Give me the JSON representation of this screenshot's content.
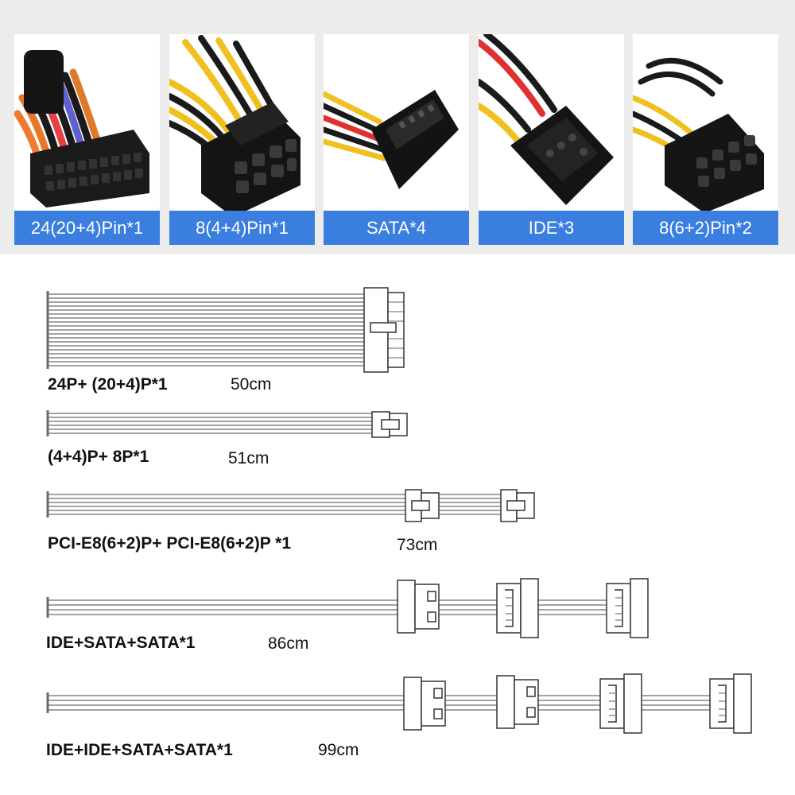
{
  "theme": {
    "accent": "#3a7ee0",
    "cable_line": "#6c6c6c",
    "connector_stroke": "#333333"
  },
  "connectors": [
    {
      "label": "24(20+4)Pin*1",
      "icon": "atx-24pin-connector-icon"
    },
    {
      "label": "8(4+4)Pin*1",
      "icon": "eps-8pin-connector-icon"
    },
    {
      "label": "SATA*4",
      "icon": "sata-connector-icon"
    },
    {
      "label": "IDE*3",
      "icon": "molex-ide-connector-icon"
    },
    {
      "label": "8(6+2)Pin*2",
      "icon": "pcie-8pin-connector-icon"
    }
  ],
  "cables": [
    {
      "name": "24P+ (20+4)P*1",
      "length": "50cm"
    },
    {
      "name": "(4+4)P+ 8P*1",
      "length": "51cm"
    },
    {
      "name": "PCI-E8(6+2)P+ PCI-E8(6+2)P *1",
      "length": "73cm"
    },
    {
      "name": "IDE+SATA+SATA*1",
      "length": "86cm"
    },
    {
      "name": "IDE+IDE+SATA+SATA*1",
      "length": "99cm"
    }
  ]
}
